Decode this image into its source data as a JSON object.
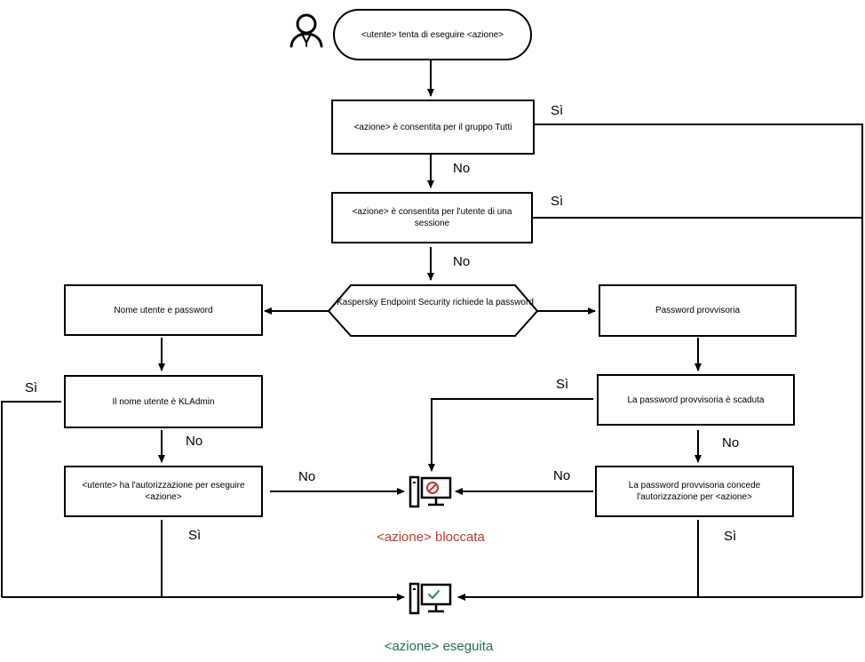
{
  "nodes": {
    "start": "<utente> tenta di eseguire <azione>",
    "all_group": "<azione> è consentita per il gruppo Tutti",
    "session_user": "<azione> è consentita per l'utente di una sessione",
    "kes_password": "Kaspersky Endpoint Security richiede la password",
    "username_password": "Nome utente e password",
    "temp_password": "Password provvisoria",
    "is_kladmin": "Il nome utente è KLAdmin",
    "temp_expired": "La password provvisoria è scaduta",
    "user_authorized": "<utente> ha l'autorizzazione per eseguire <azione>",
    "temp_authorizes": "La password provvisoria concede l'autorizzazione per <azione>"
  },
  "labels": {
    "yes": "Sì",
    "no": "No"
  },
  "results": {
    "blocked": "<azione> bloccata",
    "executed": "<azione> eseguita"
  },
  "colors": {
    "blocked": "#c0392b",
    "executed": "#1f6f5c",
    "blocked_icon": "stop-icon",
    "executed_icon": "checkmark-icon"
  }
}
